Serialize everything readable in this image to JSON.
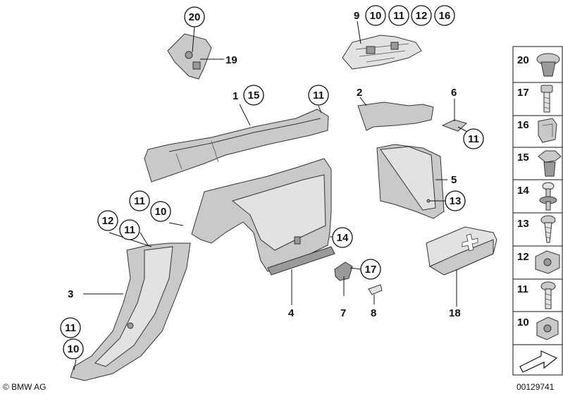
{
  "callouts": {
    "c1": "1",
    "c15a": "15",
    "c11a": "11",
    "c20a": "20",
    "c19": "19",
    "c9": "9",
    "c10a": "10",
    "c11b": "11",
    "c12a": "12",
    "c16a": "16",
    "c2": "2",
    "c6": "6",
    "c11c": "11",
    "c11d": "11",
    "c10b": "10",
    "c12b": "12",
    "c11e": "11",
    "c5": "5",
    "c13a": "13",
    "c14a": "14",
    "c17a": "17",
    "c3": "3",
    "c4": "4",
    "c7": "7",
    "c8": "8",
    "c18": "18",
    "c11f": "11",
    "c10c": "10"
  },
  "legend": {
    "items": [
      "20",
      "17",
      "16",
      "15",
      "14",
      "13",
      "12",
      "11",
      "10"
    ]
  },
  "footer": {
    "brand": "© BMW AG",
    "code": "00129741"
  }
}
